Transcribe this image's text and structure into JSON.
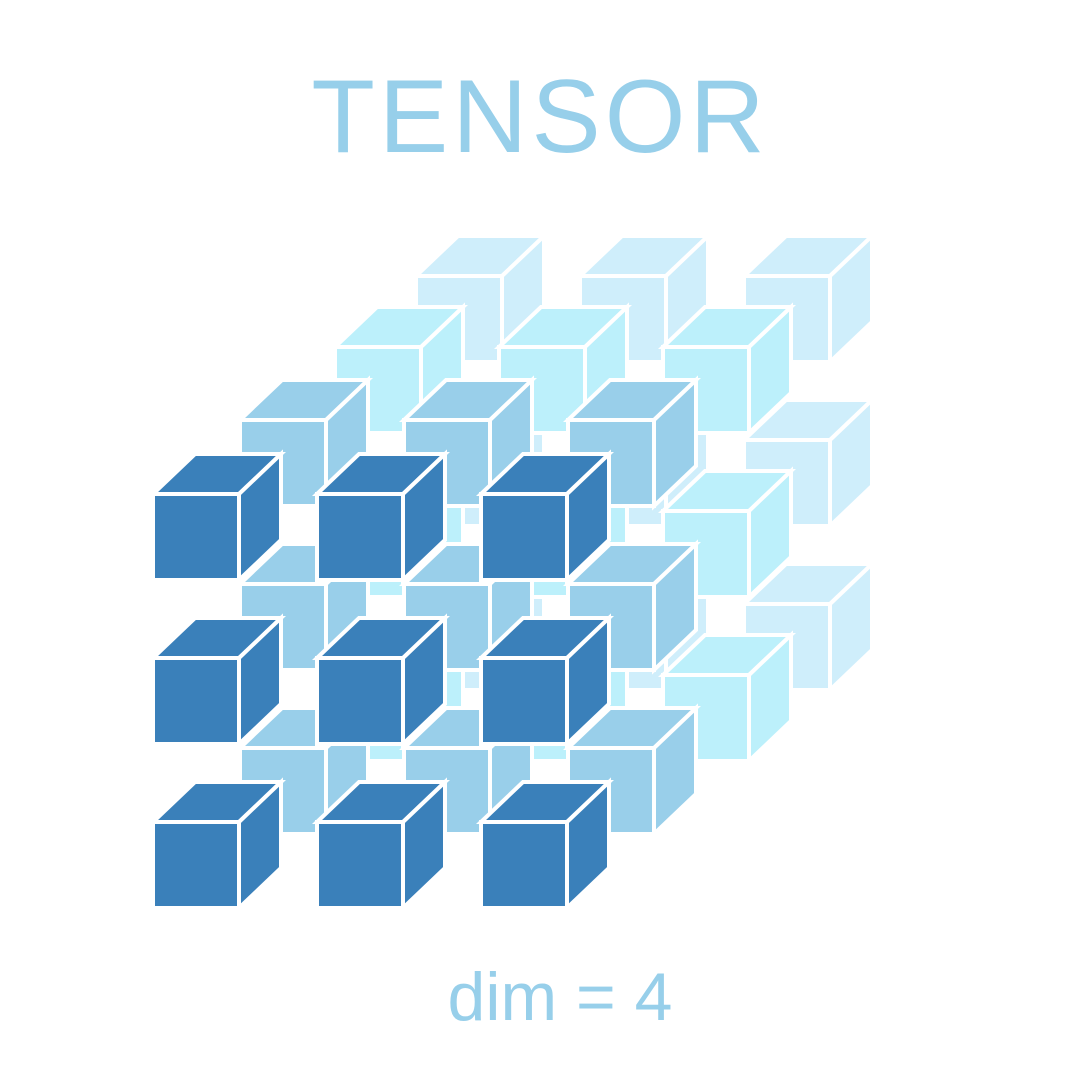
{
  "diagram": {
    "title": "TENSOR",
    "dimension_label": "dim = 4",
    "grid": {
      "rows": 3,
      "cols": 3,
      "layers": 4
    },
    "layer_colors": [
      {
        "face": "#3a80ba",
        "top": "#3a80ba",
        "side": "#3a80ba"
      },
      {
        "face": "#99cfea",
        "top": "#99cfea",
        "side": "#99cfea"
      },
      {
        "face": "#bcf0fb",
        "top": "#bcf0fb",
        "side": "#bcf0fb"
      },
      {
        "face": "#cfeefb",
        "top": "#cfeefb",
        "side": "#cfeefb"
      }
    ],
    "outline_color": "#ffffff"
  }
}
